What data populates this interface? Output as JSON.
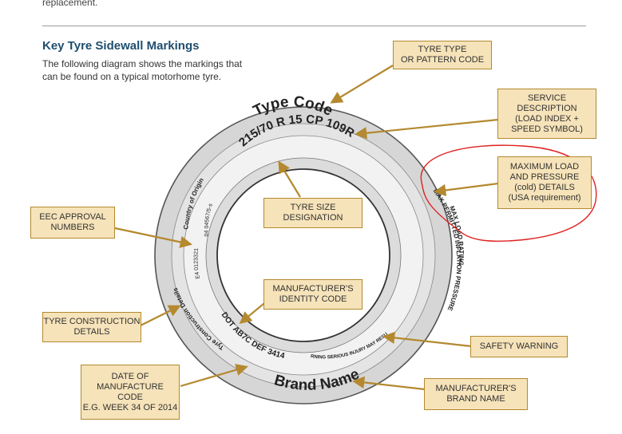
{
  "intro_fragment": "replacement.",
  "heading": "Key Tyre Sidewall Markings",
  "intro": "The following diagram shows the markings that can be found on a typical motorhome tyre.",
  "tyre": {
    "type_code": "Type Code",
    "size": "215/70 R 15 CP 109R",
    "country": "Country of Origin",
    "eec_number": "04 04567/5-s",
    "eec_mark": "E4 0123321",
    "construction": "Tyre Construction Details",
    "dot_code": "DOT AB7C DEF 3414",
    "warning": "SAFETY WARNING SERIOUS INJURY MAY RESULT FROM....",
    "brand": "Brand Name",
    "max_load": "MAX LOAD RATING",
    "max_pressure": "MAX PERMITTED INFLATION PRESSURE"
  },
  "callouts": {
    "tyre_type": "TYRE TYPE\nOR PATTERN CODE",
    "service": "SERVICE\nDESCRIPTION\n(LOAD INDEX +\nSPEED SYMBOL)",
    "max_load": "MAXIMUM LOAD\nAND PRESSURE\n(cold) DETAILS\n(USA requirement)",
    "eec": "EEC APPROVAL\nNUMBERS",
    "size": "TYRE SIZE\nDESIGNATION",
    "manufacturer_id": "MANUFACTURER'S\nIDENTITY CODE",
    "construction": "TYRE CONSTRUCTION\nDETAILS",
    "safety": "SAFETY WARNING",
    "date": "DATE OF\nMANUFACTURE\nCODE\nE.G. WEEK 34 OF 2014",
    "brand": "MANUFACTURER'S\nBRAND NAME"
  },
  "colors": {
    "callout_fill": "#f6e3b9",
    "callout_border": "#b4892f",
    "arrow": "#b4892f",
    "heading": "#1f4e6e",
    "tyre_outer": "#d9d9d9",
    "tyre_band": "#f1f1f1",
    "annotation": "#e02020"
  }
}
